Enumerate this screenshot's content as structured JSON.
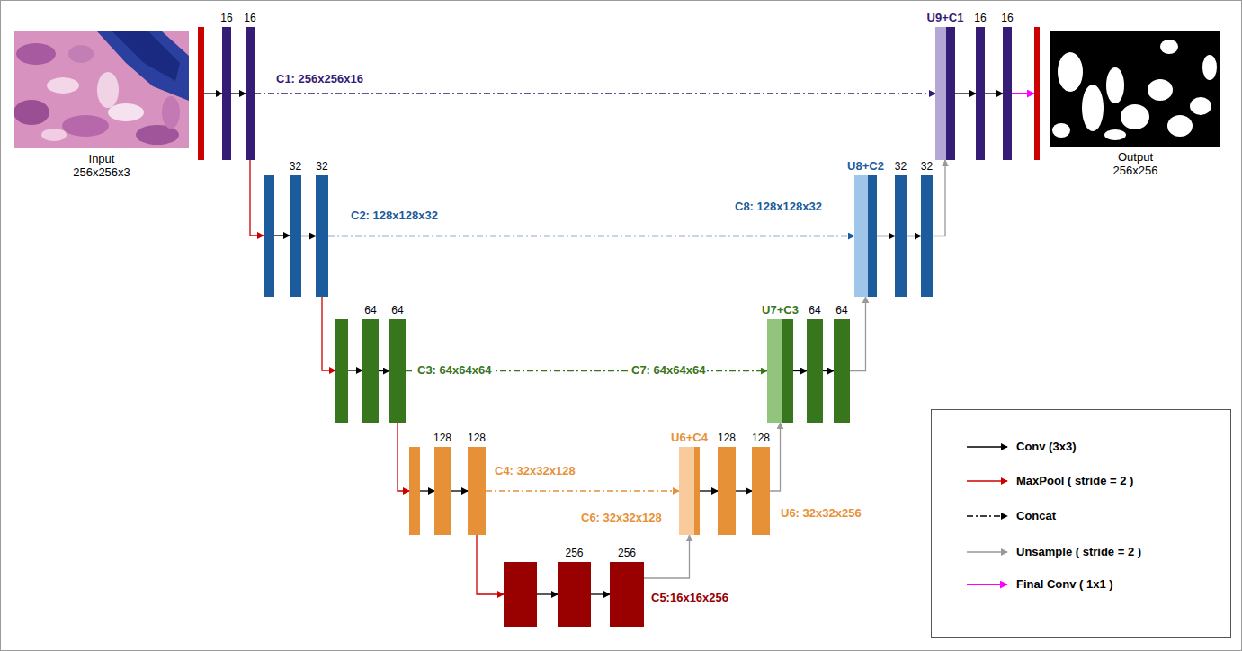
{
  "diagram": {
    "nodes": [
      {
        "text": [
          "Input 256x256x3"
        ]
      },
      {
        "text": [
          "16"
        ]
      },
      {
        "text": [
          "16"
        ]
      },
      {
        "text": [
          "32"
        ]
      },
      {
        "text": [
          "32"
        ]
      },
      {
        "text": [
          "64"
        ]
      },
      {
        "text": [
          "64"
        ]
      },
      {
        "text": [
          "128"
        ]
      },
      {
        "text": [
          "128"
        ]
      },
      {
        "text": [
          "256"
        ]
      },
      {
        "text": [
          "256"
        ]
      },
      {
        "text": [
          "U6+C4"
        ]
      },
      {
        "text": [
          "128"
        ]
      },
      {
        "text": [
          "128"
        ]
      },
      {
        "text": [
          "U7+C3"
        ]
      },
      {
        "text": [
          "64"
        ]
      },
      {
        "text": [
          "64"
        ]
      },
      {
        "text": [
          "U8+C2"
        ]
      },
      {
        "text": [
          "32"
        ]
      },
      {
        "text": [
          "32"
        ]
      },
      {
        "text": [
          "U9+C1"
        ]
      },
      {
        "text": [
          "16"
        ]
      },
      {
        "text": [
          "16"
        ]
      },
      {
        "text": [
          "Output 256x256"
        ]
      }
    ],
    "edges": [
      {
        "from": 1,
        "to": 2,
        "arrow": "to"
      },
      {
        "from": 3,
        "to": 4,
        "arrow": "to"
      },
      {
        "from": 5,
        "to": 6,
        "arrow": "to"
      },
      {
        "from": 7,
        "to": 8,
        "arrow": "to"
      },
      {
        "from": 9,
        "to": 10,
        "arrow": "to"
      },
      {
        "from": 11,
        "to": 12,
        "arrow": "to"
      },
      {
        "from": 12,
        "to": 13,
        "arrow": "to"
      },
      {
        "from": 14,
        "to": 15,
        "arrow": "to"
      },
      {
        "from": 15,
        "to": 16,
        "arrow": "to"
      },
      {
        "from": 17,
        "to": 18,
        "arrow": "to"
      },
      {
        "from": 18,
        "to": 19,
        "arrow": "to"
      },
      {
        "from": 20,
        "to": 21,
        "arrow": "to"
      },
      {
        "from": 21,
        "to": 22,
        "arrow": "to"
      },
      {
        "from": 2,
        "to": 20,
        "label": "C1: 256x256x16",
        "arrow": "to"
      },
      {
        "from": 4,
        "to": 17,
        "label": "C2: 128x128x32",
        "arrow": "to"
      },
      {
        "from": 6,
        "to": 14,
        "label": "C3: 64x64x64",
        "arrow": "to"
      },
      {
        "from": 8,
        "to": 11,
        "label": "C4: 32x32x128",
        "arrow": "to"
      },
      {
        "from": 10,
        "to": 11,
        "arrow": "to"
      },
      {
        "from": 13,
        "to": 14,
        "arrow": "to"
      },
      {
        "from": 16,
        "to": 17,
        "arrow": "to"
      },
      {
        "from": 19,
        "to": 20,
        "arrow": "to"
      }
    ],
    "labels": [
      "C8: 128x128x32",
      "C7: 64x64x64",
      "C6: 32x32x128",
      "U6: 32x32x256",
      "C5:16x16x256"
    ],
    "legend": [
      {
        "text": "Conv (3x3)"
      },
      {
        "text": "MaxPool ( stride = 2 )"
      },
      {
        "text": "Concat"
      },
      {
        "text": "Unsample ( stride = 2 )"
      },
      {
        "text": "Final Conv ( 1x1 )"
      }
    ]
  }
}
